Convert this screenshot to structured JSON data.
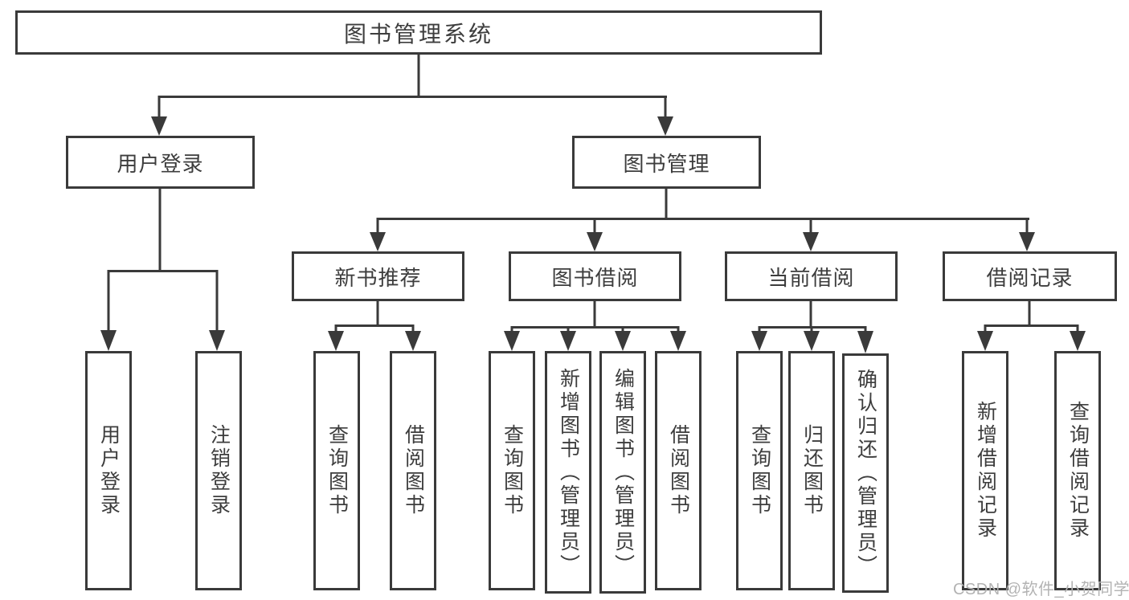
{
  "diagram": {
    "root": {
      "label": "图书管理系统"
    },
    "level2": [
      {
        "label": "用户登录"
      },
      {
        "label": "图书管理"
      }
    ],
    "user_children": [
      {
        "label": "用户登录"
      },
      {
        "label": "注销登录"
      }
    ],
    "sections": [
      {
        "label": "新书推荐"
      },
      {
        "label": "图书借阅"
      },
      {
        "label": "当前借阅"
      },
      {
        "label": "借阅记录"
      }
    ],
    "section_children": {
      "new_book": [
        {
          "label": "查询图书"
        },
        {
          "label": "借阅图书"
        }
      ],
      "borrow": [
        {
          "label": "查询图书"
        },
        {
          "label": "新增图书（管理员）"
        },
        {
          "label": "编辑图书（管理员）"
        },
        {
          "label": "借阅图书"
        }
      ],
      "current": [
        {
          "label": "查询图书"
        },
        {
          "label": "归还图书"
        },
        {
          "label": "确认归还（管理员）"
        }
      ],
      "records": [
        {
          "label": "新增借阅记录"
        },
        {
          "label": "查询借阅记录"
        }
      ]
    }
  },
  "watermark": "CSDN @软件_小贺同学",
  "colors": {
    "line": "#3a3a3a",
    "text": "#3d3d3d",
    "background": "#ffffff",
    "watermark": "#b3b3b3"
  }
}
